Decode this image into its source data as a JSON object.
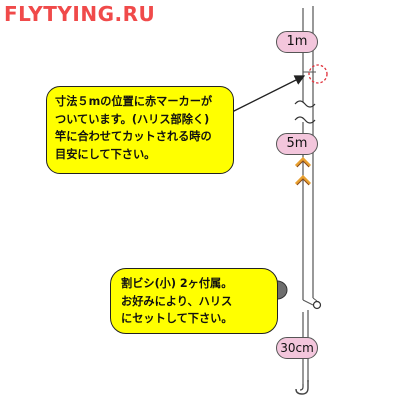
{
  "watermark": "FLYTYING.RU",
  "labels": {
    "len_1m": "1m",
    "len_5m": "5m",
    "len_30cm": "30cm"
  },
  "callout_top": {
    "lines": [
      "寸法５mの位置に赤マーカーが",
      "ついています。(ハリス部除く)",
      "竿に合わせてカットされる時の",
      "目安にして下さい。"
    ]
  },
  "callout_bottom": {
    "lines": [
      "割ビシ(小) 2ヶ付属。",
      "お好みにより、ハリス",
      "にセットして下さい。"
    ]
  },
  "colors": {
    "watermark": "#f04a4a",
    "callout_fill": "#ffff00",
    "pill_fill": "#f3c6dc",
    "marker": "#e0303a",
    "chevron": "#e8a030"
  }
}
